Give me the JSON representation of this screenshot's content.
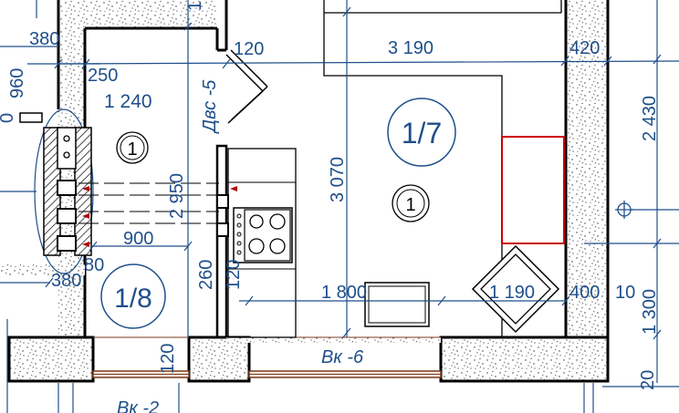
{
  "dimensions": {
    "d380_top": "380",
    "d960": "960",
    "d250": "250",
    "d120_top": "120",
    "d3190": "3 190",
    "d420": "420",
    "d2430": "2 430",
    "d1240": "1 240",
    "d2950": "2 950",
    "d3070": "3 070",
    "d900": "900",
    "d380_mid": "380",
    "d80": "80",
    "d260": "260",
    "d120_mid": "120",
    "d1800": "1 800",
    "d1190": "1 190",
    "d400": "400",
    "d10": "10",
    "d1300": "1 300",
    "d120_bottom": "120",
    "d20": "20",
    "d0_left": "0",
    "d1_top": "1"
  },
  "tags": {
    "door": "Двс -5",
    "window_1": "Вк -6",
    "window_2": "Вк -2"
  },
  "rooms": {
    "r1_7": "1/7",
    "r1_8": "1/8"
  },
  "markers": {
    "m1_a": "1",
    "m1_b": "1"
  },
  "colors": {
    "dimension": "#1f4f8a",
    "wall": "#000000",
    "highlight": "#cc0000",
    "sill": "#7a3b1e"
  }
}
